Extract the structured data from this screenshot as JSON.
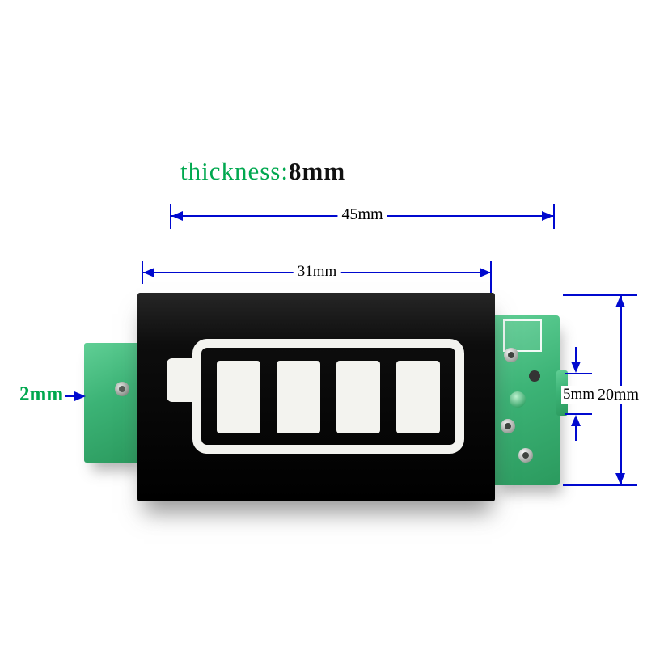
{
  "title": {
    "prefix": "thickness:",
    "value": "8mm"
  },
  "dimensions": {
    "overall_width": "45mm",
    "display_width": "31mm",
    "left_tab_width": "2mm",
    "board_height": "20mm",
    "terminal_section_height": "5mm"
  },
  "module": {
    "battery_segments": 4
  },
  "colors": {
    "dimension_blue": "#0009cf",
    "annotation_green": "#00a84f",
    "pcb_green": "#3cb376",
    "display_black": "#0d0d0d",
    "battery_white": "#f3f3ef",
    "background": "#ffffff"
  }
}
